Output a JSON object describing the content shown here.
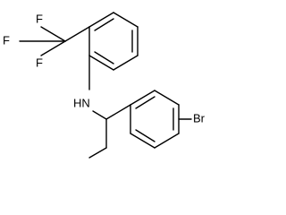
{
  "molecule": {
    "atoms": {
      "f1": "F",
      "f2": "F",
      "f3": "F",
      "nh": "HN",
      "br": "Br"
    }
  },
  "colors": {
    "bond": "#000000",
    "text": "#000000",
    "background": "#ffffff"
  }
}
